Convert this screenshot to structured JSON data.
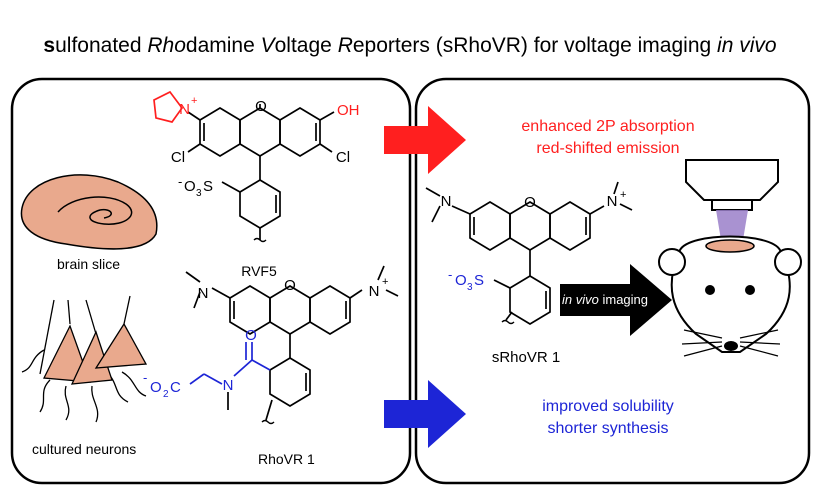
{
  "title": {
    "p1": "s",
    "p2": "ulfonated ",
    "p3": "Rho",
    "p4": "damine ",
    "p5": "V",
    "p6": "oltage ",
    "p7": "R",
    "p8": "eporters (sRhoVR) for voltage imaging ",
    "p9": "in vivo"
  },
  "left_panel": {
    "brain_label": "brain slice",
    "neurons_label": "cultured neurons",
    "rvf5_label": "RVF5",
    "rhovr1_label": "RhoVR 1"
  },
  "right_panel": {
    "improvement_red_1": "enhanced 2P absorption",
    "improvement_red_2": "red-shifted emission",
    "improvement_blue_1": "improved solubility",
    "improvement_blue_2": "shorter synthesis",
    "srhovr1_label": "sRhoVR 1",
    "arrow_text_italic": "in vivo",
    "arrow_text_rest": " imaging"
  },
  "atoms": {
    "O": "O",
    "OH": "OH",
    "Cl": "Cl",
    "N": "N",
    "plus": "+",
    "so3_prefix": "-",
    "so3_body": "O",
    "so3_sub": "3",
    "so3_s": "S",
    "co2_prefix": "-",
    "co2_body": "O",
    "co2_sub": "2",
    "co2_c": "C"
  },
  "colors": {
    "red": "#ff1f1f",
    "blue": "#1d25d6",
    "tissue": "#e9a98d",
    "tissue_stroke": "#4a2a20",
    "microscope_beam": "#9a7fc9"
  }
}
